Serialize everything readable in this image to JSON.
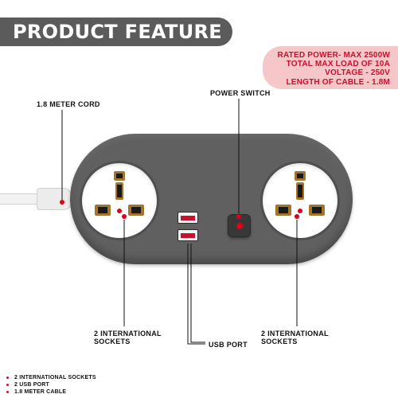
{
  "header": {
    "title": "PRODUCT FEATURE"
  },
  "specs": {
    "lines": [
      "RATED POWER- MAX 2500W",
      "TOTAL MAX LOAD OF 10A",
      "VOLTAGE - 250V",
      "LENGTH OF CABLE - 1.8M"
    ]
  },
  "callouts": {
    "cord": "1.8 METER CORD",
    "power_switch": "POWER SWITCH",
    "left_sockets_line1": "2 INTERNATIONAL",
    "left_sockets_line2": "SOCKETS",
    "right_sockets_line1": "2 INTERNATIONAL",
    "right_sockets_line2": "SOCKETS",
    "usb_port": "USB PORT"
  },
  "features": [
    "2 INTERNATIONAL SOCKETS",
    "2 USB PORT",
    "1.8 METER CABLE"
  ],
  "colors": {
    "banner_bg": "#5b5b5b",
    "spec_bg": "#f6c7c9",
    "spec_text": "#c8102e",
    "strip_body": "#606060",
    "indicator_red": "#e0001b",
    "pin_brass": "#a3742c"
  }
}
